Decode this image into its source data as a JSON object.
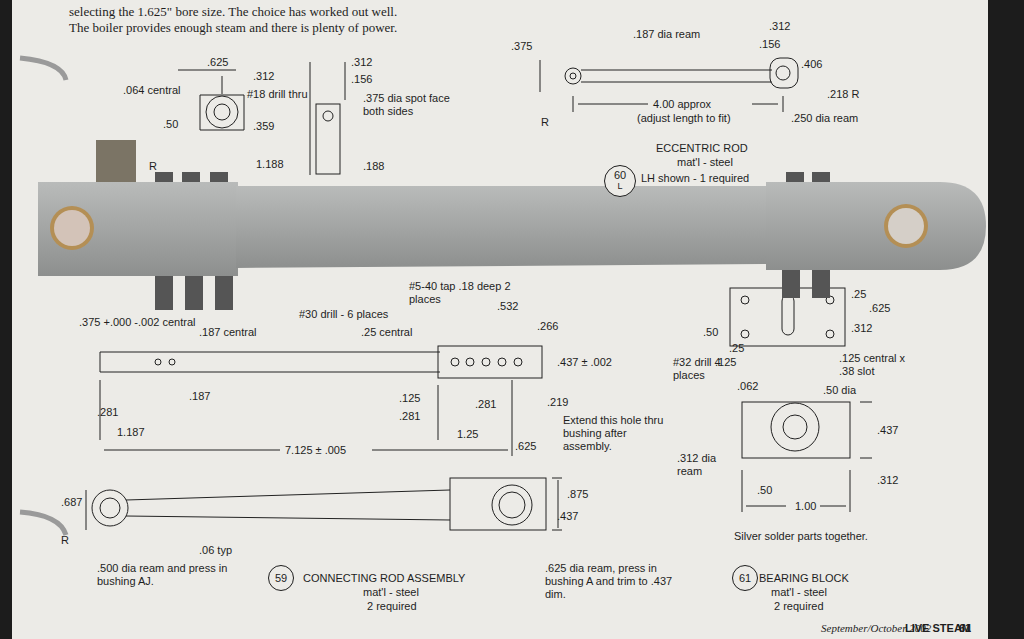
{
  "diagram": {
    "nodes": [
      {
        "text": [
          "60",
          "L"
        ]
      },
      {
        "text": [
          "59"
        ]
      },
      {
        "text": [
          "61"
        ]
      }
    ],
    "labels": [
      "selecting the 1.625\" bore size. The choice has worked out well.",
      "The boiler provides enough steam and there is plenty of power.",
      ".625",
      ".312",
      ".064 central",
      "#18 drill thru",
      ".312",
      ".156",
      ".375 dia spot face both sides",
      ".50",
      ".359",
      "R",
      "1.188",
      ".188",
      ".187 dia ream",
      ".312",
      ".156",
      ".375",
      ".406",
      ".218 R",
      "4.00 approx",
      "(adjust length to fit)",
      "R",
      ".250 dia ream",
      "ECCENTRIC ROD",
      "mat'l - steel",
      "LH shown - 1 required",
      "#5-40 tap .18 deep 2 places",
      ".532",
      ".266",
      "#30 drill - 6 places",
      ".25 central",
      ".375 +.000 -.002 central",
      ".187 central",
      ".437 ± .002",
      ".187",
      ".125",
      ".281",
      ".281",
      ".219",
      "Extend this hole thru bushing after assembly.",
      ".281",
      "1.187",
      "1.25",
      "7.125 ± .005",
      ".625",
      ".687",
      "R",
      ".875",
      ".437",
      ".06 typ",
      ".500 dia ream and press in bushing AJ.",
      ".625 dia ream, press in bushing A and trim to .437 dim.",
      "CONNECTING ROD ASSEMBLY",
      "mat'l - steel",
      "2 required",
      ".50",
      ".25",
      ".125",
      ".25",
      ".625",
      ".312",
      "#32 drill 4 places",
      ".062",
      ".125 central x .38 slot",
      ".50 dia",
      ".437",
      ".312 dia ream",
      ".312",
      ".50",
      "1.00",
      "Silver solder parts together.",
      "BEARING BLOCK",
      "mat'l - steel",
      "2 required",
      "September/October 2002",
      "LIVE STEAM",
      "61"
    ]
  }
}
